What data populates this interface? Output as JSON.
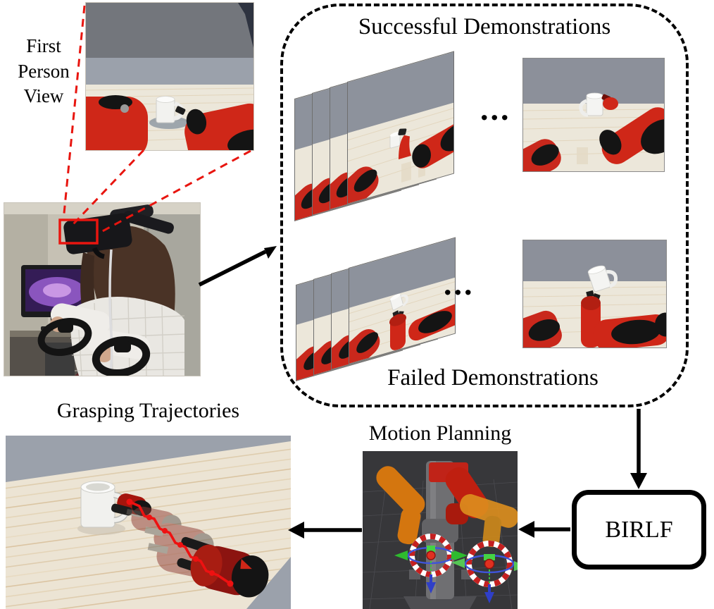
{
  "labels": {
    "first_person_view": "First Person View",
    "successful_demonstrations": "Successful Demonstrations",
    "failed_demonstrations": "Failed Demonstrations",
    "ellipsis": "...",
    "motion_planning": "Motion Planning",
    "grasping_trajectories": "Grasping Trajectories",
    "birlf": "BIRLF"
  },
  "colors": {
    "callout_red": "#e8150f",
    "trajectory_red": "#ee1111",
    "robot_red": "#cf2718",
    "arrow_black": "#000000",
    "sim_wall_gray": "#8d929c",
    "sim_table_cream": "#ece7da",
    "rviz_background": "#37373a",
    "rviz_arm_orange": "#d4760f",
    "marker_green": "#2ebb2e",
    "marker_blue": "#2f3fc8"
  }
}
